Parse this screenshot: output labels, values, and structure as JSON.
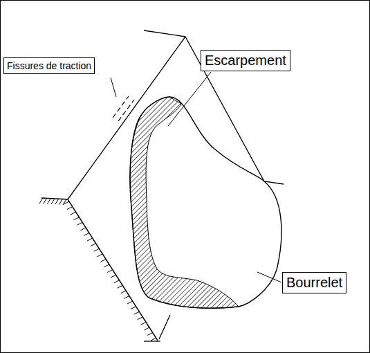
{
  "diagram": {
    "nodes": [
      {
        "text": [
          "Fissures de traction"
        ]
      },
      {
        "text": [
          "Escarpement"
        ]
      },
      {
        "text": [
          "Bourrelet"
        ]
      }
    ]
  }
}
